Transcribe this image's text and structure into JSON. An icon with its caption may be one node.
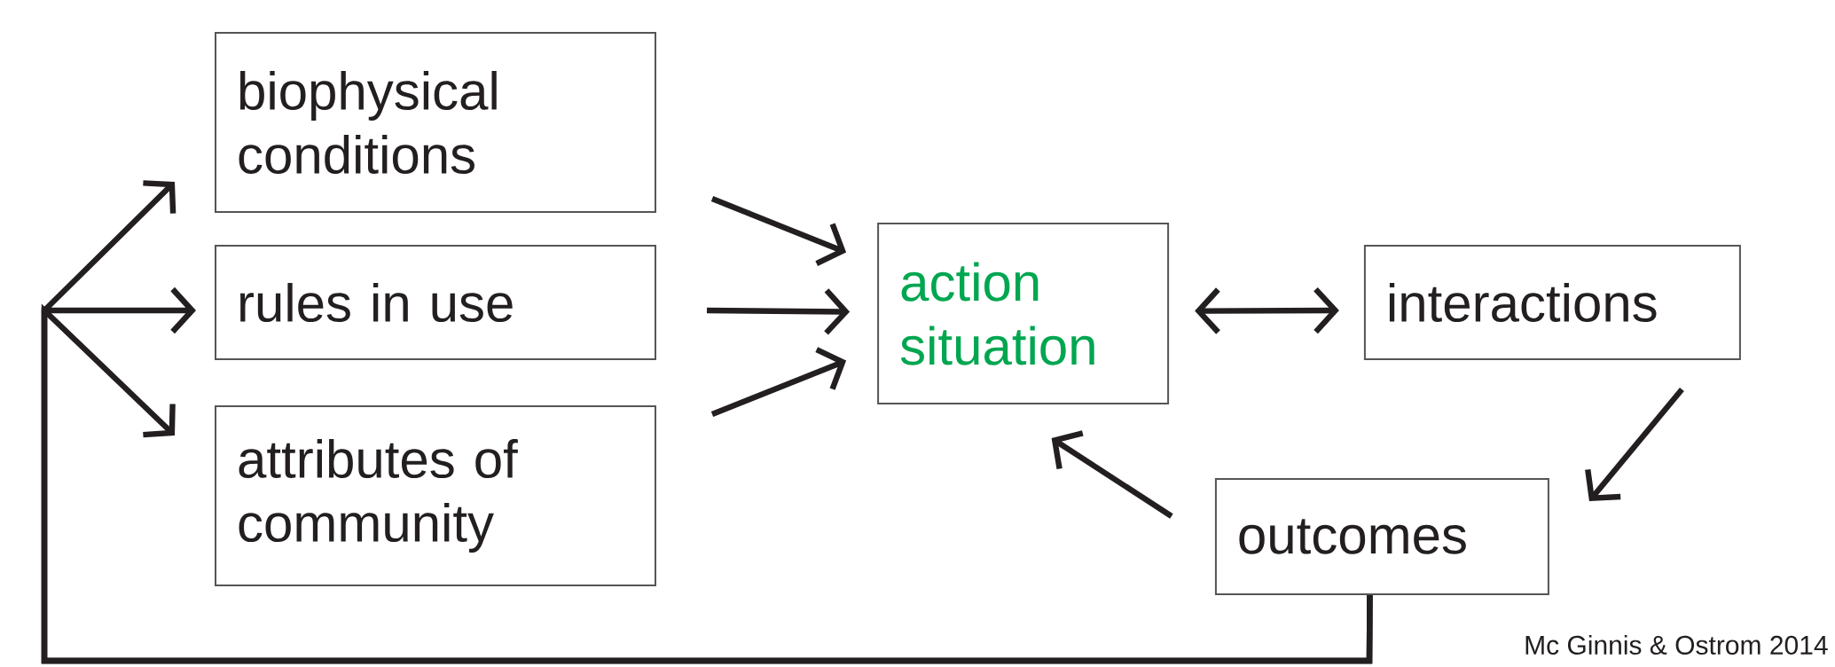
{
  "diagram": {
    "nodes": [
      {
        "text": [
          "biophysical conditions"
        ]
      },
      {
        "text": [
          "rules in use"
        ]
      },
      {
        "text": [
          "attributes of community"
        ]
      },
      {
        "text": [
          "action situation"
        ]
      },
      {
        "text": [
          "interactions"
        ]
      },
      {
        "text": [
          "outcomes"
        ]
      }
    ],
    "edges": [
      {
        "from": 5,
        "to": 0,
        "arrow": "to"
      },
      {
        "from": 5,
        "to": 1,
        "arrow": "to"
      },
      {
        "from": 5,
        "to": 2,
        "arrow": "to"
      },
      {
        "from": 0,
        "to": 3,
        "arrow": "to"
      },
      {
        "from": 1,
        "to": 3,
        "arrow": "to"
      },
      {
        "from": 2,
        "to": 3,
        "arrow": "to"
      },
      {
        "from": 3,
        "to": 4,
        "arrow": "both"
      },
      {
        "from": 4,
        "to": 5,
        "arrow": "to"
      },
      {
        "from": 5,
        "to": 3,
        "arrow": "to"
      }
    ],
    "labels": [
      "Mc Ginnis & Ostrom 2014"
    ]
  }
}
